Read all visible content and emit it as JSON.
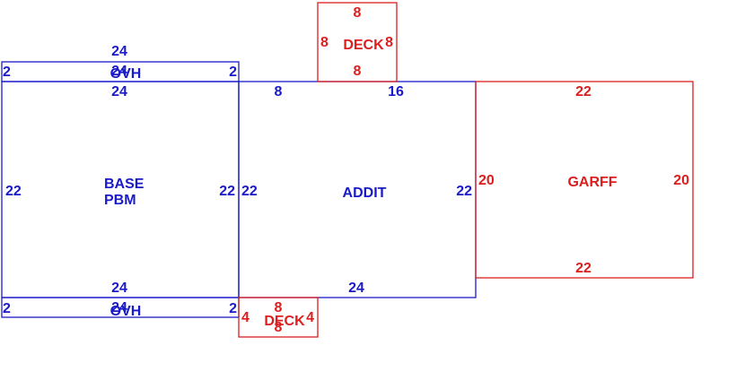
{
  "colors": {
    "main": "#1a1ac8",
    "accent": "#dc1e1e"
  },
  "areas": {
    "base": {
      "name_line1": "BASE",
      "name_line2": "PBM",
      "top": "24",
      "bottom": "24",
      "left": "22",
      "right": "22"
    },
    "ovh_top": {
      "name": "OVH",
      "top": "24",
      "bottom": "24",
      "left": "2",
      "right": "2"
    },
    "ovh_bottom": {
      "name": "OVH",
      "top": "24",
      "bottom": "24",
      "left": "2",
      "right": "2"
    },
    "addit": {
      "name": "ADDIT",
      "top_left": "8",
      "top_right": "16",
      "bottom": "24",
      "left": "22",
      "right": "22"
    },
    "deck_top": {
      "name": "DECK",
      "top": "8",
      "bottom": "8",
      "left": "8",
      "right": "8"
    },
    "deck_bottom": {
      "name": "DECK",
      "top": "8",
      "bottom": "8",
      "left": "4",
      "right": "4"
    },
    "garff": {
      "name": "GARFF",
      "top": "22",
      "bottom": "22",
      "left": "20",
      "right": "20"
    }
  }
}
